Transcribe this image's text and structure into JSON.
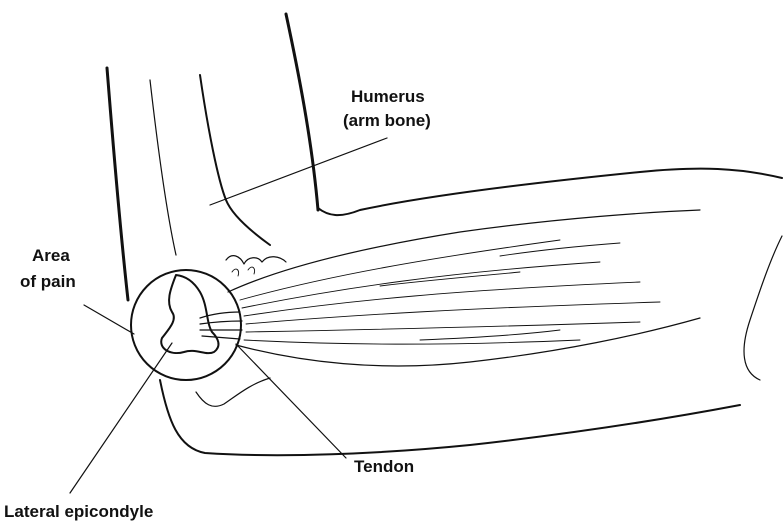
{
  "labels": {
    "humerus_line1": "Humerus",
    "humerus_line2": "(arm bone)",
    "area_line1": "Area",
    "area_line2": "of pain",
    "tendon": "Tendon",
    "lateral_epicondyle": "Lateral epicondyle"
  },
  "colors": {
    "ink": "#111111",
    "background": "#ffffff"
  }
}
